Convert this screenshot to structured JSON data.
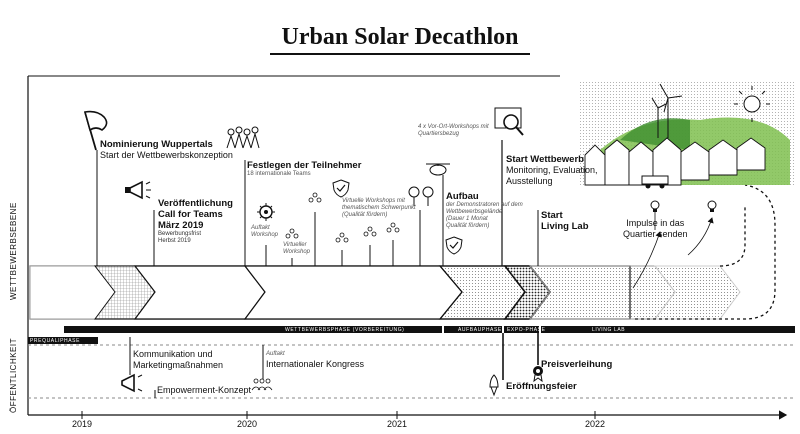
{
  "title": "Urban Solar Decathlon",
  "axes": {
    "competition_level": "WETTBEWERBSEBENE",
    "public_level": "ÖFFENTLICHKEIT"
  },
  "years": [
    "2019",
    "2020",
    "2021",
    "2022"
  ],
  "phases": {
    "prequal": "PREQUALIPHASE",
    "competition": "WETTBEWERBSPHASE (VORBEREITUNG)",
    "build": "AUFBAUPHASE",
    "expo": "EXPO-PHASE",
    "living_lab": "LIVING LAB"
  },
  "milestones": {
    "nomination_title": "Nominierung Wuppertals",
    "nomination_sub": "Start der Wettbewerbskonzeption",
    "call_title_1": "Veröffentlichung",
    "call_title_2": "Call for Teams",
    "call_title_3": "März 2019",
    "call_sub_1": "Bewerbungsfrist",
    "call_sub_2": "Herbst 2019",
    "teams_title": "Festlegen der Teilnehmer",
    "teams_sub": "18 internationale Teams",
    "kickoff_1": "Auftakt",
    "kickoff_2": "Workshop",
    "virtual_1": "Virtueller",
    "virtual_2": "Workshop",
    "vw_1": "Virtuelle Workshops mit",
    "vw_2": "thematischem Schwerpunkt",
    "vw_3": "(Qualität fördern)",
    "onsite_1": "4 x Vor-Ort-Workshops mit",
    "onsite_2": "Quartiersbezug",
    "build_title": "Aufbau",
    "build_sub_1": "der Demonstratoren auf dem",
    "build_sub_2": "Wettbewerbsgelände",
    "build_sub_3": "(Dauer 1 Monat",
    "build_sub_4": "Qualität fördern)",
    "start_title": "Start Wettbewerb",
    "start_sub_1": "Monitoring, Evaluation,",
    "start_sub_2": "Ausstellung",
    "lab_1": "Start",
    "lab_2": "Living Lab",
    "impulse_1": "Impulse in das",
    "impulse_2": "Quartier senden"
  },
  "public": {
    "comm_1": "Kommunikation und",
    "comm_2": "Marketingmaßnahmen",
    "empower": "Empowerment-Konzept",
    "congress_pre": "Auftakt",
    "congress": "Internationaler Kongress",
    "award": "Preisverleihung",
    "opening": "Eröffnungsfeier"
  }
}
